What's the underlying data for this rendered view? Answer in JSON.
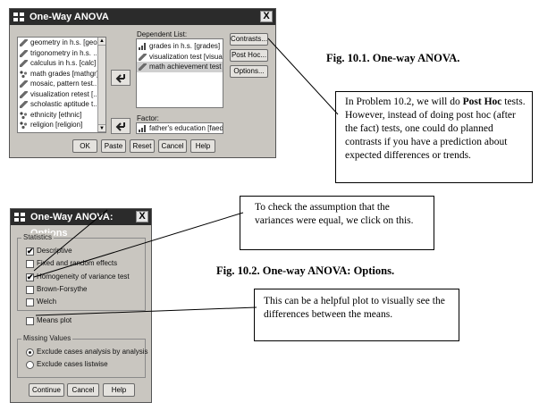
{
  "anova_dialog": {
    "title": "One-Way ANOVA",
    "close_label": "X",
    "variables": [
      {
        "label": "geometry in h.s. [geo]",
        "icon": "ruler-icon"
      },
      {
        "label": "trigonometry in h.s. ...",
        "icon": "ruler-icon"
      },
      {
        "label": "calculus in h.s. [calc]",
        "icon": "ruler-icon"
      },
      {
        "label": "math grades [mathgr]",
        "icon": "nominal-icon"
      },
      {
        "label": "mosaic, pattern test...",
        "icon": "ruler-icon"
      },
      {
        "label": "visualization retest [...",
        "icon": "ruler-icon"
      },
      {
        "label": "scholastic aptitude t...",
        "icon": "ruler-icon"
      },
      {
        "label": "ethnicity [ethnic]",
        "icon": "nominal-icon"
      },
      {
        "label": "religion [religion]",
        "icon": "nominal-icon"
      }
    ],
    "dependent_list_label": "Dependent List:",
    "dependent_items": [
      {
        "label": "grades in h.s. [grades]",
        "icon": "ordinal-icon"
      },
      {
        "label": "visualization test [visual]",
        "icon": "ruler-icon"
      },
      {
        "label": "math achievement test ...",
        "icon": "ruler-icon"
      }
    ],
    "factor_label": "Factor:",
    "factor_value": "father's education [faed]",
    "side_buttons": [
      "Contrasts...",
      "Post Hoc...",
      "Options..."
    ],
    "bottom_buttons": [
      "OK",
      "Paste",
      "Reset",
      "Cancel",
      "Help"
    ]
  },
  "fig1_caption": "Fig. 10.1.  One-way ANOVA.",
  "callout1": "In Problem 10.2, we will do Post Hoc tests. However, instead of doing post hoc (after the fact) tests, one could do planned contrasts if you have a prediction about expected differences or trends.",
  "callout1_parts": {
    "a": "In Problem 10.2, we will do ",
    "b": "Post Hoc",
    "c": " tests. However, instead of doing post hoc (after the fact) tests, one could do planned contrasts if you have a prediction about expected differences or trends."
  },
  "options_dialog": {
    "title": "One-Way ANOVA: Options",
    "close_label": "X",
    "statistics_label": "Statistics",
    "checkboxes": [
      {
        "label": "Descriptive",
        "checked": true
      },
      {
        "label": "Fixed and random effects",
        "checked": false
      },
      {
        "label": "Homogeneity of variance test",
        "checked": true
      },
      {
        "label": "Brown-Forsythe",
        "checked": false
      },
      {
        "label": "Welch",
        "checked": false
      }
    ],
    "means_plot": {
      "label": "Means plot",
      "checked": false
    },
    "missing_label": "Missing Values",
    "radios": [
      {
        "label": "Exclude cases analysis by analysis",
        "selected": true
      },
      {
        "label": "Exclude cases listwise",
        "selected": false
      }
    ],
    "buttons": [
      "Continue",
      "Cancel",
      "Help"
    ]
  },
  "fig2_caption": "Fig. 10.2.  One-way ANOVA: Options.",
  "callout2": "To check the assumption that the variances were equal, we click on this.",
  "callout3": "This can be a helpful plot to visually see the differences between the means.",
  "check_mark": "✔"
}
